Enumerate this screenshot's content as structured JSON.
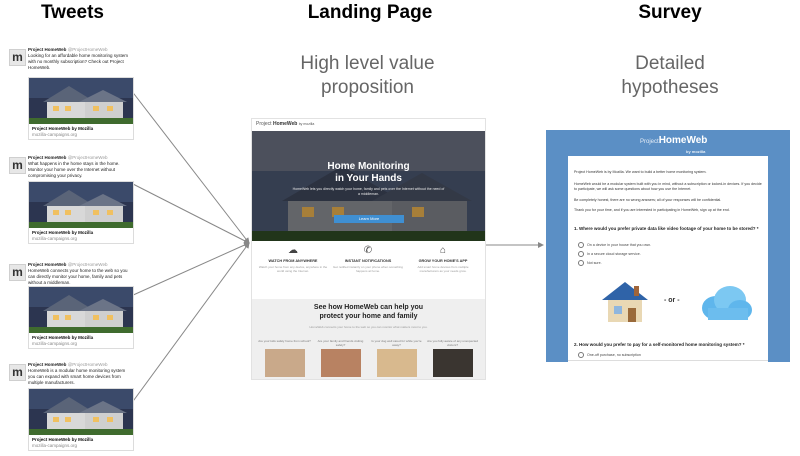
{
  "headings": {
    "tweets": "Tweets",
    "landing": "Landing Page",
    "survey": "Survey"
  },
  "subtitles": {
    "landing_line1": "High level value",
    "landing_line2": "proposition",
    "survey_line1": "Detailed",
    "survey_line2": "hypotheses"
  },
  "tweets": [
    {
      "avatar": "m",
      "account": "Project HomeWeb",
      "handle": "@ProjectHomeWeb",
      "text": "Looking for an affordable home monitoring system with no monthly subscription? Check out Project HomeWeb.",
      "card_title": "Project HomeWeb by Mozilla",
      "card_url": "mozilla-campaigns.org"
    },
    {
      "avatar": "m",
      "account": "Project HomeWeb",
      "handle": "@ProjectHomeWeb",
      "text": "What happens in the home stays in the home. Monitor your home over the Internet without compromising your privacy.",
      "card_title": "Project HomeWeb by Mozilla",
      "card_url": "mozilla-campaigns.org"
    },
    {
      "avatar": "m",
      "account": "Project HomeWeb",
      "handle": "@ProjectHomeWeb",
      "text": "HomeWeb connects your home to the web so you can directly monitor your home, family and pets without a middleman.",
      "card_title": "Project HomeWeb by Mozilla",
      "card_url": "mozilla-campaigns.org"
    },
    {
      "avatar": "m",
      "account": "Project HomeWeb",
      "handle": "@ProjectHomeWeb",
      "text": "HomeWeb is a modular home monitoring system you can expand with smart home devices from multiple manufacturers.",
      "card_title": "Project HomeWeb by Mozilla",
      "card_url": "mozilla-campaigns.org"
    }
  ],
  "landing": {
    "brand_prefix": "Project",
    "brand_name": "HomeWeb",
    "brand_suffix": "by mozilla",
    "hero_title_line1": "Home Monitoring",
    "hero_title_line2": "in Your Hands",
    "hero_sub": "HomeWeb lets you directly watch your home, family and pets over the Internet without the need of a middleman.",
    "cta": "Learn More",
    "features": [
      {
        "icon": "☁",
        "title": "WATCH FROM ANYWHERE",
        "text": "Watch your home from any device, anywhere in the world using the Internet."
      },
      {
        "icon": "✆",
        "title": "INSTANT NOTIFICATIONS",
        "text": "Get notified instantly on your phone when something happens at home."
      },
      {
        "icon": "⌂",
        "title": "GROW YOUR HOME'S APP",
        "text": "Add smart home devices from multiple manufacturers as your needs grow."
      }
    ],
    "section_title_line1": "See how HomeWeb can help you",
    "section_title_line2": "protect your home and family",
    "section_text": "HomeWeb connects your home to the web so you can monitor what matters most to you.",
    "thumbs": [
      {
        "caption": "Are your kids safely home from school?",
        "color": "#c9a98a"
      },
      {
        "caption": "Are your family and friends visiting safely?",
        "color": "#b88262"
      },
      {
        "caption": "Is your dog well cared for while you're away?",
        "color": "#d8b98e"
      },
      {
        "caption": "Are you fully aware of any unexpected visitors?",
        "color": "#3a3530"
      }
    ]
  },
  "survey": {
    "brand_prefix": "Project",
    "brand_name": "HomeWeb",
    "brand_suffix": "by mozilla",
    "intro1": "Project HomeWeb is by Mozilla. We want to build a better home monitoring system.",
    "intro2": "HomeWeb would be a modular system built with you in mind, without a subscription or locked-in devices. If you decide to participate, we will ask some questions about how you use the Internet.",
    "intro3": "Be completely honest, there are no wrong answers; all of your responses will be confidential.",
    "intro4": "Thank you for your time, and if you are interested in participating in HomeWeb, sign up at the end.",
    "q1": "1. Where would you prefer private data like video footage of your home to be stored? *",
    "q1_options": [
      "On a device in your house that you own.",
      "In a secure cloud storage service.",
      "Not sure."
    ],
    "or_label": "- or -",
    "q2": "2. How would you prefer to pay for a self-monitored home monitoring system? *",
    "q2_option": "One-off purchase, no subscription"
  }
}
